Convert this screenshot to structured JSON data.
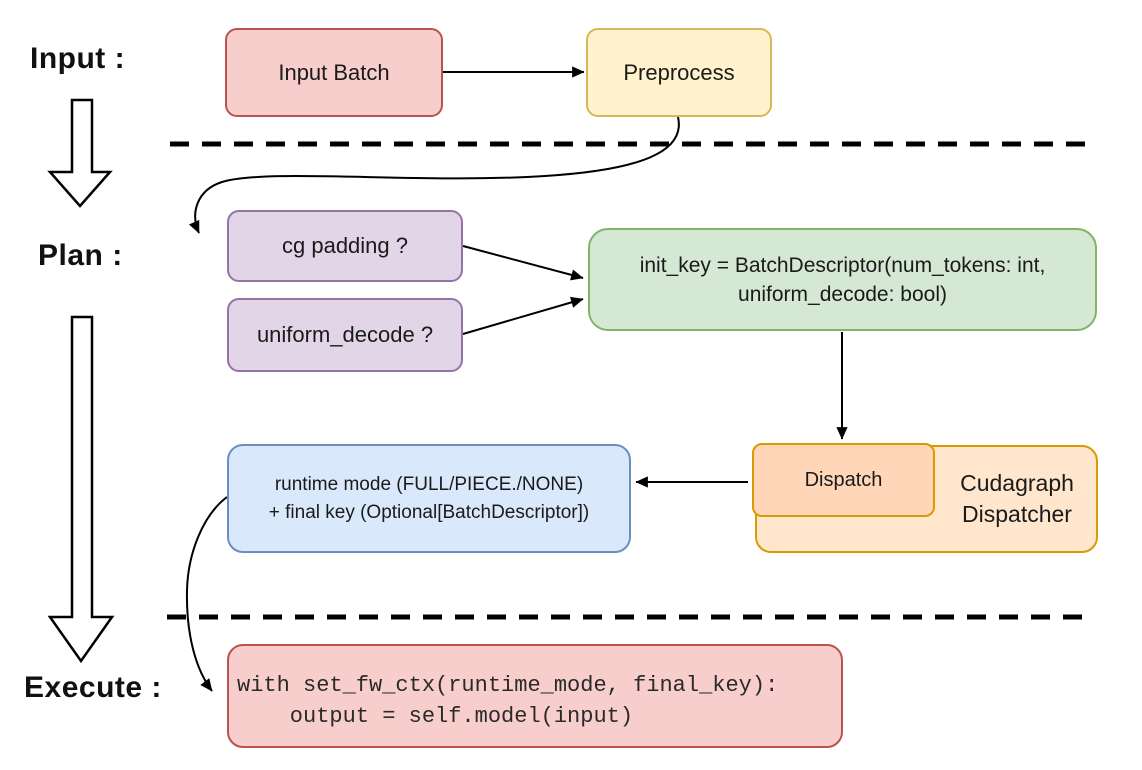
{
  "stage_labels": {
    "input": "Input :",
    "plan": "Plan :",
    "execute": "Execute :"
  },
  "nodes": {
    "input_batch": {
      "label": "Input Batch",
      "fill": "#f8cecc",
      "stroke": "#b85450"
    },
    "preprocess": {
      "label": "Preprocess",
      "fill": "#fff2cc",
      "stroke": "#d6b656"
    },
    "cg_padding": {
      "label": "cg padding ?",
      "fill": "#e1d5e7",
      "stroke": "#9673a6"
    },
    "uniform_decode": {
      "label": "uniform_decode ?",
      "fill": "#e1d5e7",
      "stroke": "#9673a6"
    },
    "init_key": {
      "lines": [
        "init_key = BatchDescriptor(num_tokens: int,",
        "uniform_decode: bool)"
      ],
      "fill": "#d5e8d4",
      "stroke": "#82b366"
    },
    "cudagraph_dispatcher": {
      "lines": [
        "Cudagraph",
        "Dispatcher"
      ],
      "fill": "#ffe6cc",
      "stroke": "#d79b00"
    },
    "dispatch": {
      "label": "Dispatch",
      "fill": "#ffd6b8",
      "stroke": "#d79b00"
    },
    "runtime_key": {
      "lines": [
        "runtime mode (FULL/PIECE./NONE)",
        "+ final key (Optional[BatchDescriptor])"
      ],
      "fill": "#dae8fc",
      "stroke": "#6c8ebf"
    },
    "execute_code": {
      "lines": [
        "with set_fw_ctx(runtime_mode, final_key):",
        "    output = self.model(input)"
      ],
      "fill": "#f8cecc",
      "stroke": "#b85450"
    }
  },
  "edges": [
    {
      "from": "input_batch",
      "to": "preprocess"
    },
    {
      "from": "preprocess",
      "to": "cg_padding"
    },
    {
      "from": "cg_padding",
      "to": "init_key"
    },
    {
      "from": "uniform_decode",
      "to": "init_key"
    },
    {
      "from": "init_key",
      "to": "dispatch"
    },
    {
      "from": "dispatch",
      "to": "runtime_key"
    },
    {
      "from": "runtime_key",
      "to": "execute_code"
    }
  ],
  "separators": {
    "count": 2,
    "style": "dashed",
    "color": "#000000"
  }
}
